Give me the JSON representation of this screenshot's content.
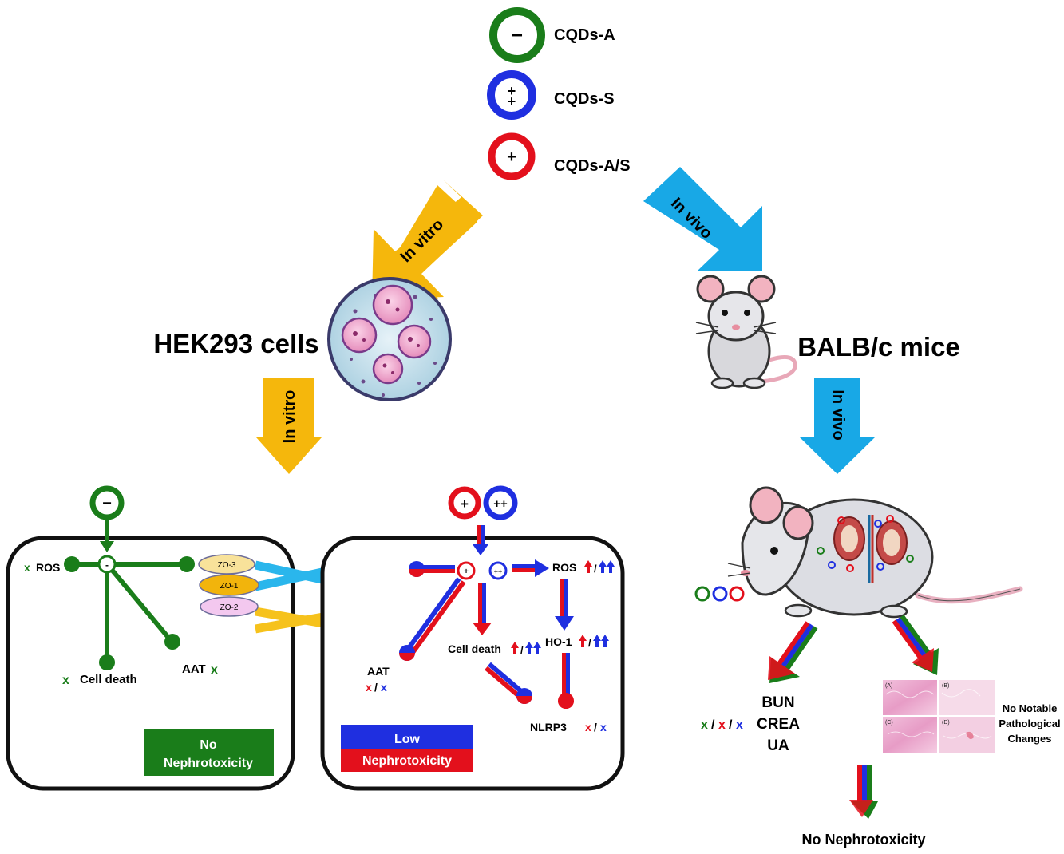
{
  "legend": {
    "items": [
      {
        "label": "CQDs-A",
        "symbol": "−",
        "color": "#1a7d1a"
      },
      {
        "label": "CQDs-S",
        "symbol": "++",
        "color": "#1f2fe0"
      },
      {
        "label": "CQDs-A/S",
        "symbol": "+",
        "color": "#e3101c"
      }
    ]
  },
  "arrows": {
    "in_vitro": "In vitro",
    "in_vivo": "In vivo"
  },
  "models": {
    "cells": "HEK293 cells",
    "mice": "BALB/c mice"
  },
  "cell_panel_a": {
    "symbol": "−",
    "ros": "ROS",
    "cell_death": "Cell death",
    "aat": "AAT",
    "mark": "x",
    "result_line1": "No",
    "result_line2": "Nephrotoxicity"
  },
  "junction": {
    "zo": [
      "ZO-3",
      "ZO-1",
      "ZO-2"
    ]
  },
  "cell_panel_b": {
    "symbol_a": "+",
    "symbol_b": "++",
    "ros": "ROS",
    "cell_death": "Cell death",
    "ho1": "HO-1",
    "aat": "AAT",
    "nlrp3": "NLRP3",
    "separator": "/",
    "mark": "x",
    "result_line1": "Low",
    "result_line2": "Nephrotoxicity"
  },
  "in_vivo_results": {
    "markers": [
      "BUN",
      "CREA",
      "UA"
    ],
    "marks_sep": "/",
    "histology_labels": [
      "(A)",
      "(B)",
      "(C)",
      "(D)"
    ],
    "histology_note": [
      "No Notable",
      "Pathological",
      "Changes"
    ],
    "conclusion": "No Nephrotoxicity"
  },
  "colors": {
    "green": "#1a7d1a",
    "blue": "#1f2fe0",
    "red": "#e3101c",
    "arrow_orange": "#f5b70c",
    "arrow_cyan": "#18a8e6",
    "junction_cyan": "#2ab6ec",
    "junction_yellow": "#f6c21c"
  }
}
